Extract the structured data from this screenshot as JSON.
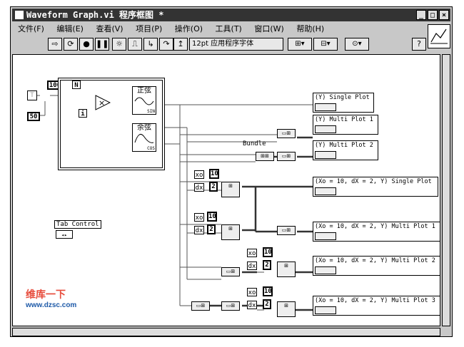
{
  "window": {
    "title": "Waveform Graph.vi 程序框图 *",
    "btn_min": "_",
    "btn_max": "□",
    "btn_close": "×"
  },
  "menu": [
    "文件(F)",
    "编辑(E)",
    "查看(V)",
    "项目(P)",
    "操作(O)",
    "工具(T)",
    "窗口(W)",
    "帮助(H)"
  ],
  "toolbar": {
    "font": "12pt 应用程序字体",
    "help": "?"
  },
  "diagram": {
    "const_100": "100",
    "const_50": "50",
    "loop_n": "N",
    "loop_i": "i",
    "sine_label": "正弦",
    "cos_label": "余弦",
    "sin_tag": "SIN",
    "cos_tag": "COS",
    "ctrl_t": "T",
    "bundle_label": "Bundle",
    "tab_control": "Tab Control",
    "x0": "xo",
    "dx": "dx",
    "v10": "10",
    "v2": "2",
    "indicators": [
      "(Y) Single Plot",
      "(Y) Multi Plot 1",
      "(Y) Multi Plot 2",
      "(Xo = 10, dX = 2, Y) Single Plot",
      "(Xo = 10, dX = 2, Y) Multi Plot 1",
      "(Xo = 10, dX = 2, Y) Multi Plot 2",
      "(Xo = 10, dX = 2, Y) Multi Plot 3"
    ]
  },
  "watermark": {
    "brand": "维库一下",
    "url": "www.dzsc.com"
  }
}
